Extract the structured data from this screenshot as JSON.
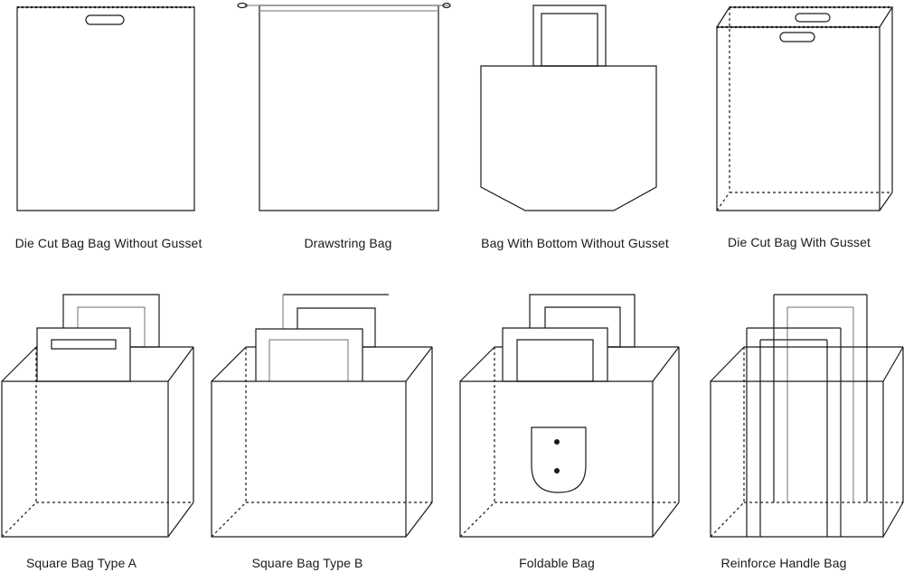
{
  "labels": {
    "die_cut_no_gusset": "Die Cut Bag Bag Without Gusset",
    "drawstring": "Drawstring Bag",
    "bottom_no_gusset": "Bag With Bottom Without Gusset",
    "die_cut_gusset": "Die Cut Bag With Gusset",
    "square_a": "Square Bag Type A",
    "square_b": "Square Bag Type B",
    "foldable": "Foldable Bag",
    "reinforce_handle": "Reinforce Handle Bag"
  },
  "colors": {
    "line": "#1a1a1a",
    "light_line": "#8a8a8a",
    "background": "#ffffff"
  }
}
